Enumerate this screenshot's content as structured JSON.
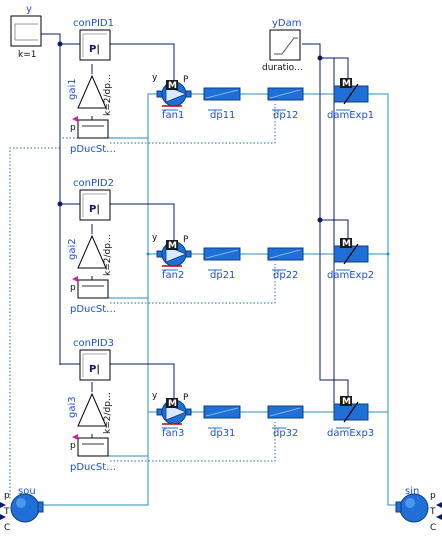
{
  "diagram": {
    "sources": {
      "y": {
        "name": "y",
        "param": "k=1"
      },
      "yDam": {
        "name": "yDam",
        "param": "duratio…"
      }
    },
    "rows": [
      {
        "controller": "conPID1",
        "controller_symbol": "P|",
        "gain": "gai1",
        "gain_param": "k=2/dp…",
        "sensor": "pDucSt…",
        "sensor_symbol": "p",
        "fan": "fan1",
        "fan_input": "y",
        "fan_letter": "M",
        "fan_symbol": "P",
        "pipe1": "dp11",
        "pipe2": "dp12",
        "damper": "damExp1",
        "damper_letter": "M"
      },
      {
        "controller": "conPID2",
        "controller_symbol": "P|",
        "gain": "gai2",
        "gain_param": "k=2/dp…",
        "sensor": "pDucSt…",
        "sensor_symbol": "p",
        "fan": "fan2",
        "fan_input": "y",
        "fan_letter": "M",
        "fan_symbol": "P",
        "pipe1": "dp21",
        "pipe2": "dp22",
        "damper": "damExp2",
        "damper_letter": "M"
      },
      {
        "controller": "conPID3",
        "controller_symbol": "P|",
        "gain": "gai3",
        "gain_param": "k=2/dp…",
        "sensor": "pDucSt…",
        "sensor_symbol": "p",
        "fan": "fan3",
        "fan_input": "y",
        "fan_letter": "M",
        "fan_symbol": "P",
        "pipe1": "dp31",
        "pipe2": "dp32",
        "damper": "damExp3",
        "damper_letter": "M"
      }
    ],
    "boundaries": {
      "source": {
        "name": "sou",
        "ports": [
          "p",
          "T",
          "C"
        ]
      },
      "sink": {
        "name": "sin",
        "ports": [
          "p",
          "T",
          "C"
        ]
      }
    }
  }
}
